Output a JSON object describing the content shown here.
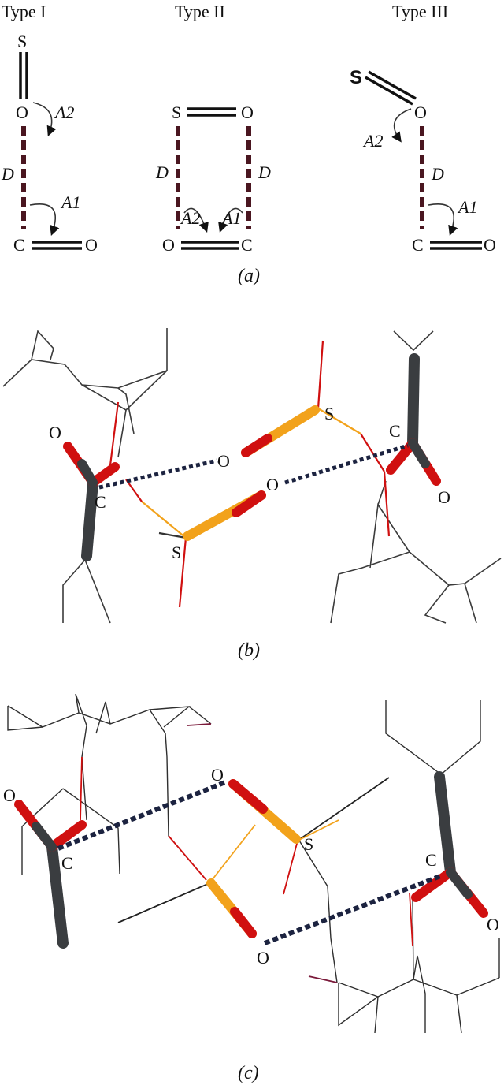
{
  "panel_a": {
    "type_labels": [
      "Type I",
      "Type II",
      "Type III"
    ],
    "atoms": {
      "S": "S",
      "O": "O",
      "C": "C"
    },
    "angle_a1": "A1",
    "angle_a2": "A2",
    "distance": "D",
    "caption": "(a)"
  },
  "panel_b": {
    "atoms": {
      "O": "O",
      "C": "C",
      "S": "S"
    },
    "caption": "(b)"
  },
  "panel_c": {
    "atoms": {
      "O": "O",
      "C": "C",
      "S": "S"
    },
    "caption": "(c)"
  },
  "colors": {
    "carbon": "#3a3d40",
    "oxygen": "#d01010",
    "sulfur": "#f2a21b",
    "contact": "#1c2340",
    "d_bond": "#4a1620"
  }
}
